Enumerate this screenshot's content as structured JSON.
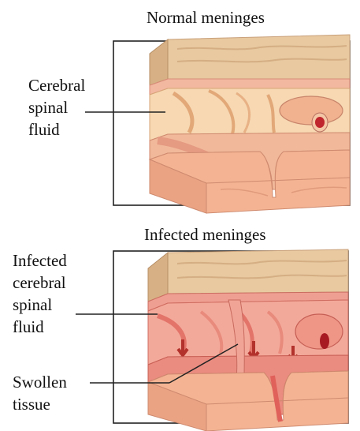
{
  "top": {
    "title": "Normal meninges",
    "label_lines": [
      "Cerebral",
      "spinal",
      "fluid"
    ]
  },
  "bottom": {
    "title": "Infected meninges",
    "label1_lines": [
      "Infected",
      "cerebral",
      "spinal",
      "fluid"
    ],
    "label2_lines": [
      "Swollen",
      "tissue"
    ]
  },
  "colors": {
    "skull": "#e8c9a0",
    "normal_tissue": "#f4b493",
    "infected_tissue": "#e87f74",
    "vessel": "#c0262d"
  }
}
